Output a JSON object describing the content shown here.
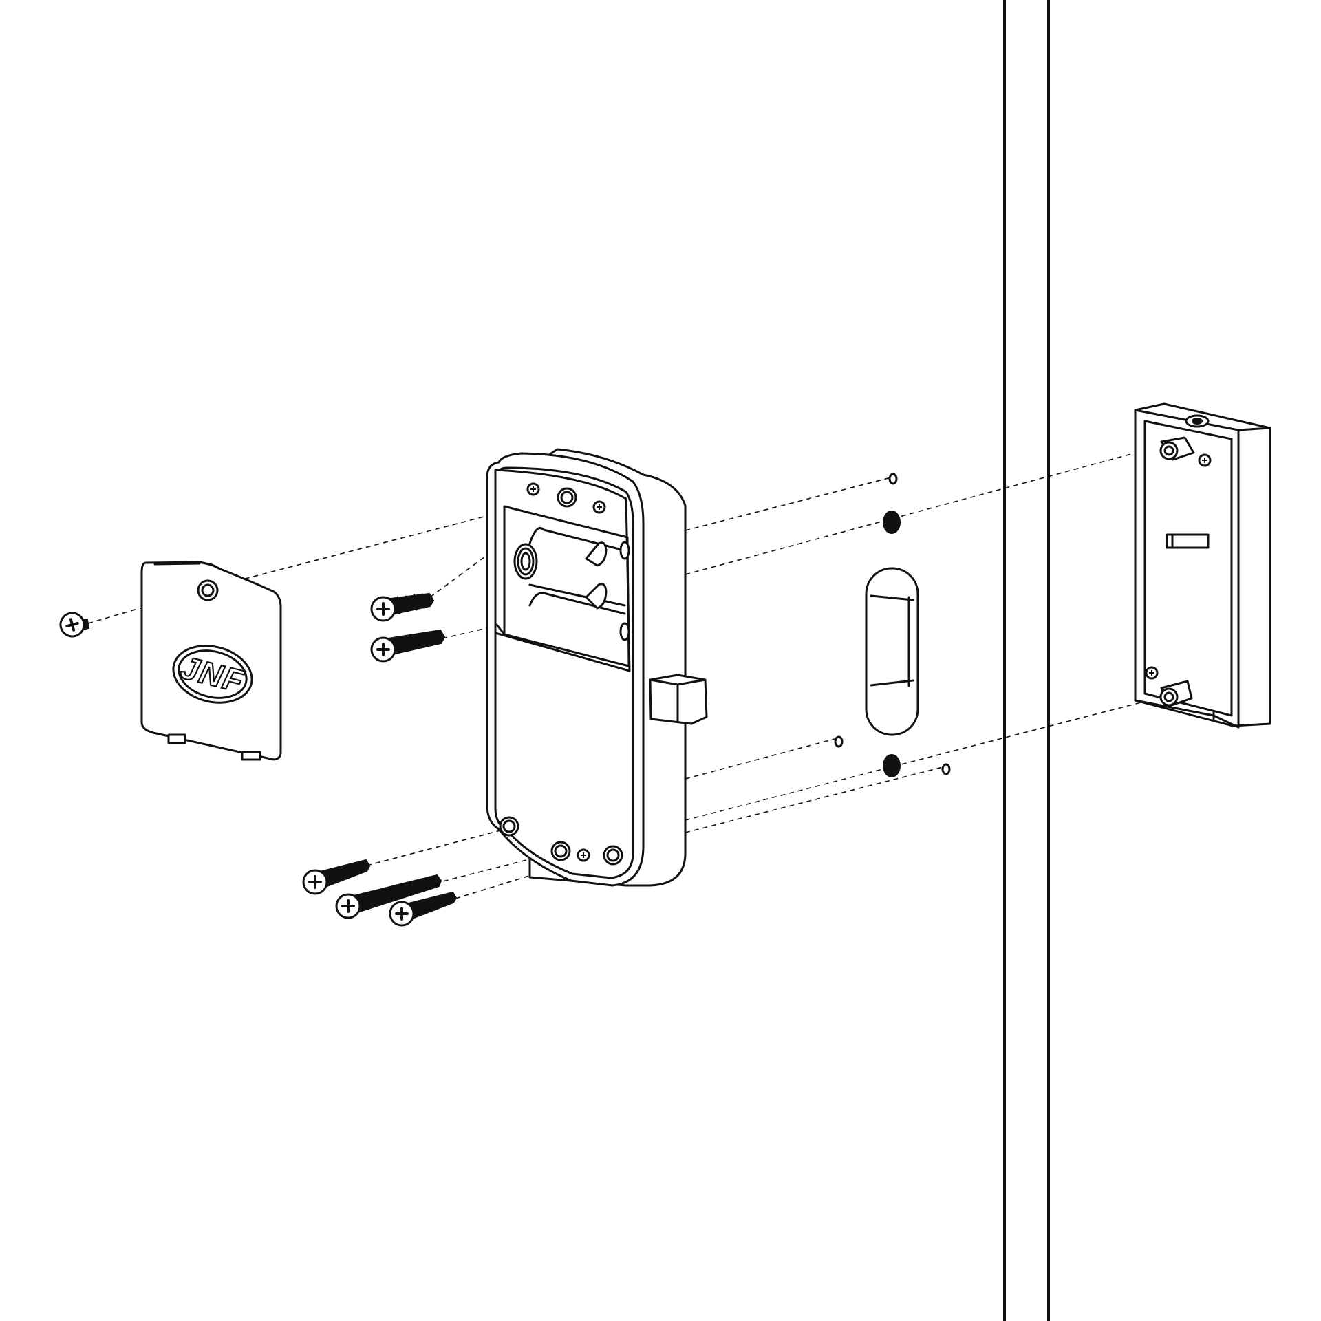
{
  "brand": {
    "logo_text": "JNF"
  },
  "colors": {
    "line": "#111111",
    "background": "#ffffff"
  },
  "parts": [
    "cover-screw",
    "battery-cover",
    "upper-mounting-screws",
    "lock-body",
    "latch-bolt",
    "mounting-holes",
    "slot-cutout",
    "lower-mounting-screws",
    "door-panel",
    "strike-plate"
  ]
}
